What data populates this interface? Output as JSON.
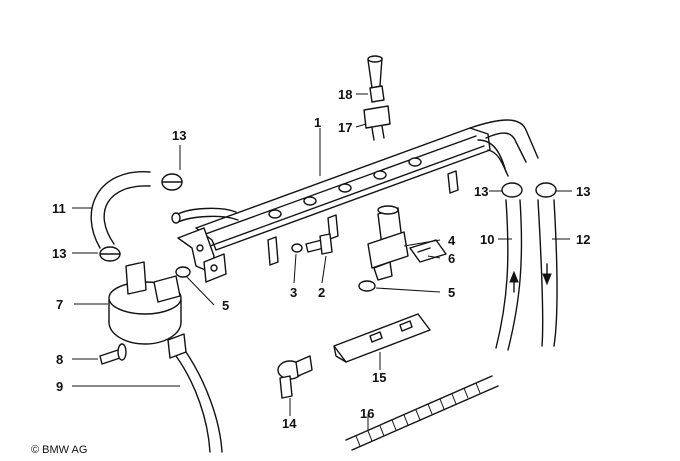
{
  "copyright": "© BMW AG",
  "callouts": [
    {
      "id": "c1",
      "text": "1"
    },
    {
      "id": "c2",
      "text": "2"
    },
    {
      "id": "c3",
      "text": "3"
    },
    {
      "id": "c4",
      "text": "4"
    },
    {
      "id": "c5a",
      "text": "5"
    },
    {
      "id": "c5b",
      "text": "5"
    },
    {
      "id": "c6",
      "text": "6"
    },
    {
      "id": "c7",
      "text": "7"
    },
    {
      "id": "c8",
      "text": "8"
    },
    {
      "id": "c9",
      "text": "9"
    },
    {
      "id": "c10",
      "text": "10"
    },
    {
      "id": "c11",
      "text": "11"
    },
    {
      "id": "c12",
      "text": "12"
    },
    {
      "id": "c13a",
      "text": "13"
    },
    {
      "id": "c13b",
      "text": "13"
    },
    {
      "id": "c13c",
      "text": "13"
    },
    {
      "id": "c13d",
      "text": "13"
    },
    {
      "id": "c14",
      "text": "14"
    },
    {
      "id": "c15",
      "text": "15"
    },
    {
      "id": "c16",
      "text": "16"
    },
    {
      "id": "c17",
      "text": "17"
    },
    {
      "id": "c18",
      "text": "18"
    }
  ]
}
